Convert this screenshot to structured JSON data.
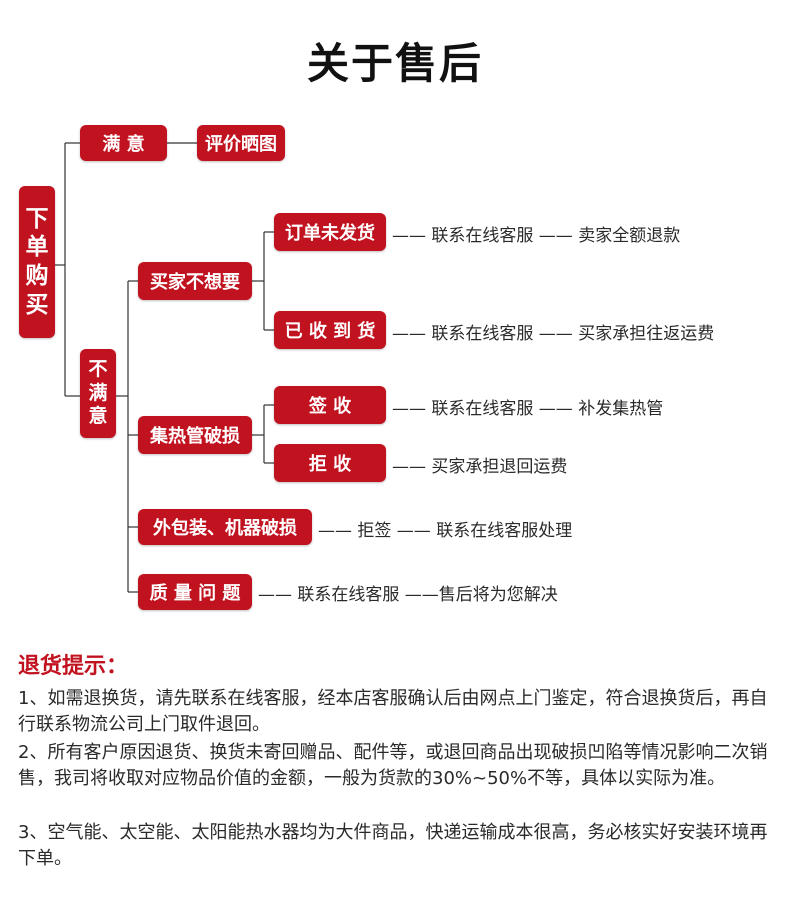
{
  "title": "关于售后",
  "tree": {
    "root": [
      "下",
      "单",
      "购",
      "买"
    ],
    "satisfied": "满 意",
    "review": "评价晒图",
    "unsatisfied": [
      "不",
      "满",
      "意"
    ],
    "dont_want": "买家不想要",
    "not_shipped": "订单未发货",
    "received": "已 收 到 货",
    "tube_broken": "集热管破损",
    "sign": "签 收",
    "reject": "拒 收",
    "package_broken": "外包装、机器破损",
    "quality": "质 量 问 题"
  },
  "outcomes": {
    "not_shipped": "—— 联系在线客服 —— 卖家全额退款",
    "received": "—— 联系在线客服 —— 买家承担往返运费",
    "sign": "—— 联系在线客服 —— 补发集热管",
    "reject": "—— 买家承担退回运费",
    "package_broken": "—— 拒签 —— 联系在线客服处理",
    "quality": "—— 联系在线客服 ——售后将为您解决"
  },
  "notice": {
    "heading": "退货提示：",
    "items": [
      "1、如需退换货，请先联系在线客服，经本店客服确认后由网点上门鉴定，符合退换货后，再自行联系物流公司上门取件退回。",
      "2、所有客户原因退货、换货未寄回赠品、配件等，或退回商品出现破损凹陷等情况影响二次销售，我司将收取对应物品价值的金额，一般为货款的30%~50%不等，具体以实际为准。",
      "3、空气能、太空能、太阳能热水器均为大件商品，快递运输成本很高，务必核实好安装环境再下单。"
    ]
  },
  "colors": {
    "accent": "#c1121f",
    "line": "#333333"
  }
}
